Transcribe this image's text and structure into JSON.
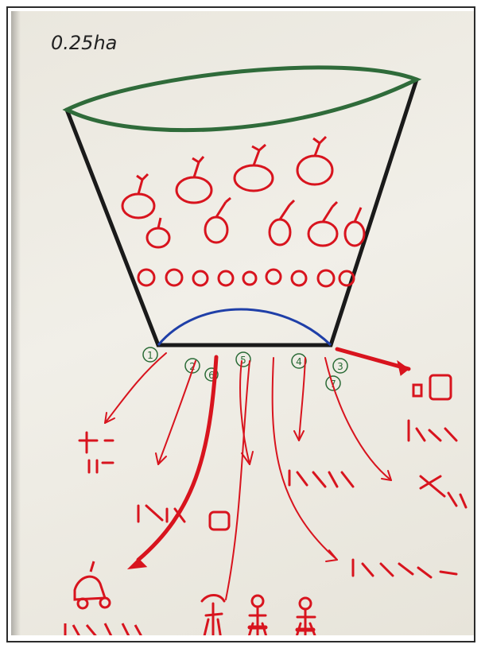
{
  "sketch": {
    "area_label": "0.25ha",
    "outlet_numbers": [
      "1",
      "2",
      "6",
      "5",
      "4",
      "3",
      "7"
    ],
    "colors": {
      "paper": "#eeece4",
      "outline": "#1a1a1a",
      "water_surface": "#2f6b3a",
      "outlet_arc": "#1f3fa8",
      "marker": "#d8141e"
    },
    "icons": [
      "fish-pond-basin",
      "fish-icon",
      "arrow-icon",
      "box-icon",
      "cart-icon",
      "animal-icon",
      "human-figure-icon"
    ]
  }
}
